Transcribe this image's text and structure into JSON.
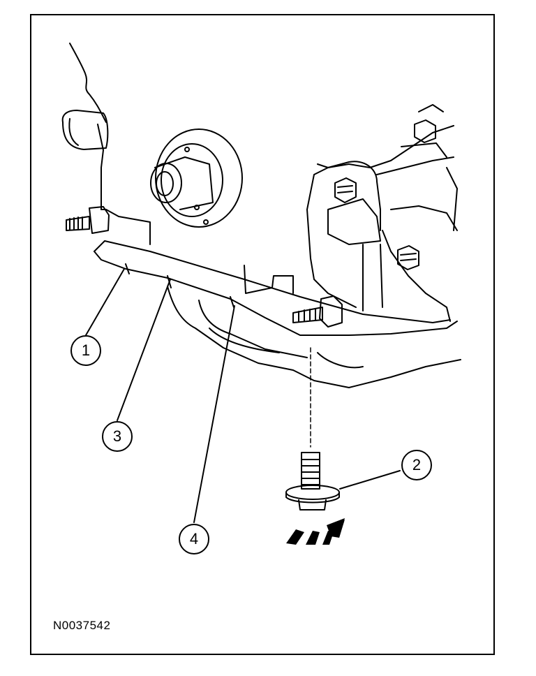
{
  "figure": {
    "id": "N0037542"
  },
  "callouts": [
    {
      "label": "1"
    },
    {
      "label": "2"
    },
    {
      "label": "3"
    },
    {
      "label": "4"
    }
  ],
  "colors": {
    "line": "#000000",
    "background": "#ffffff"
  }
}
